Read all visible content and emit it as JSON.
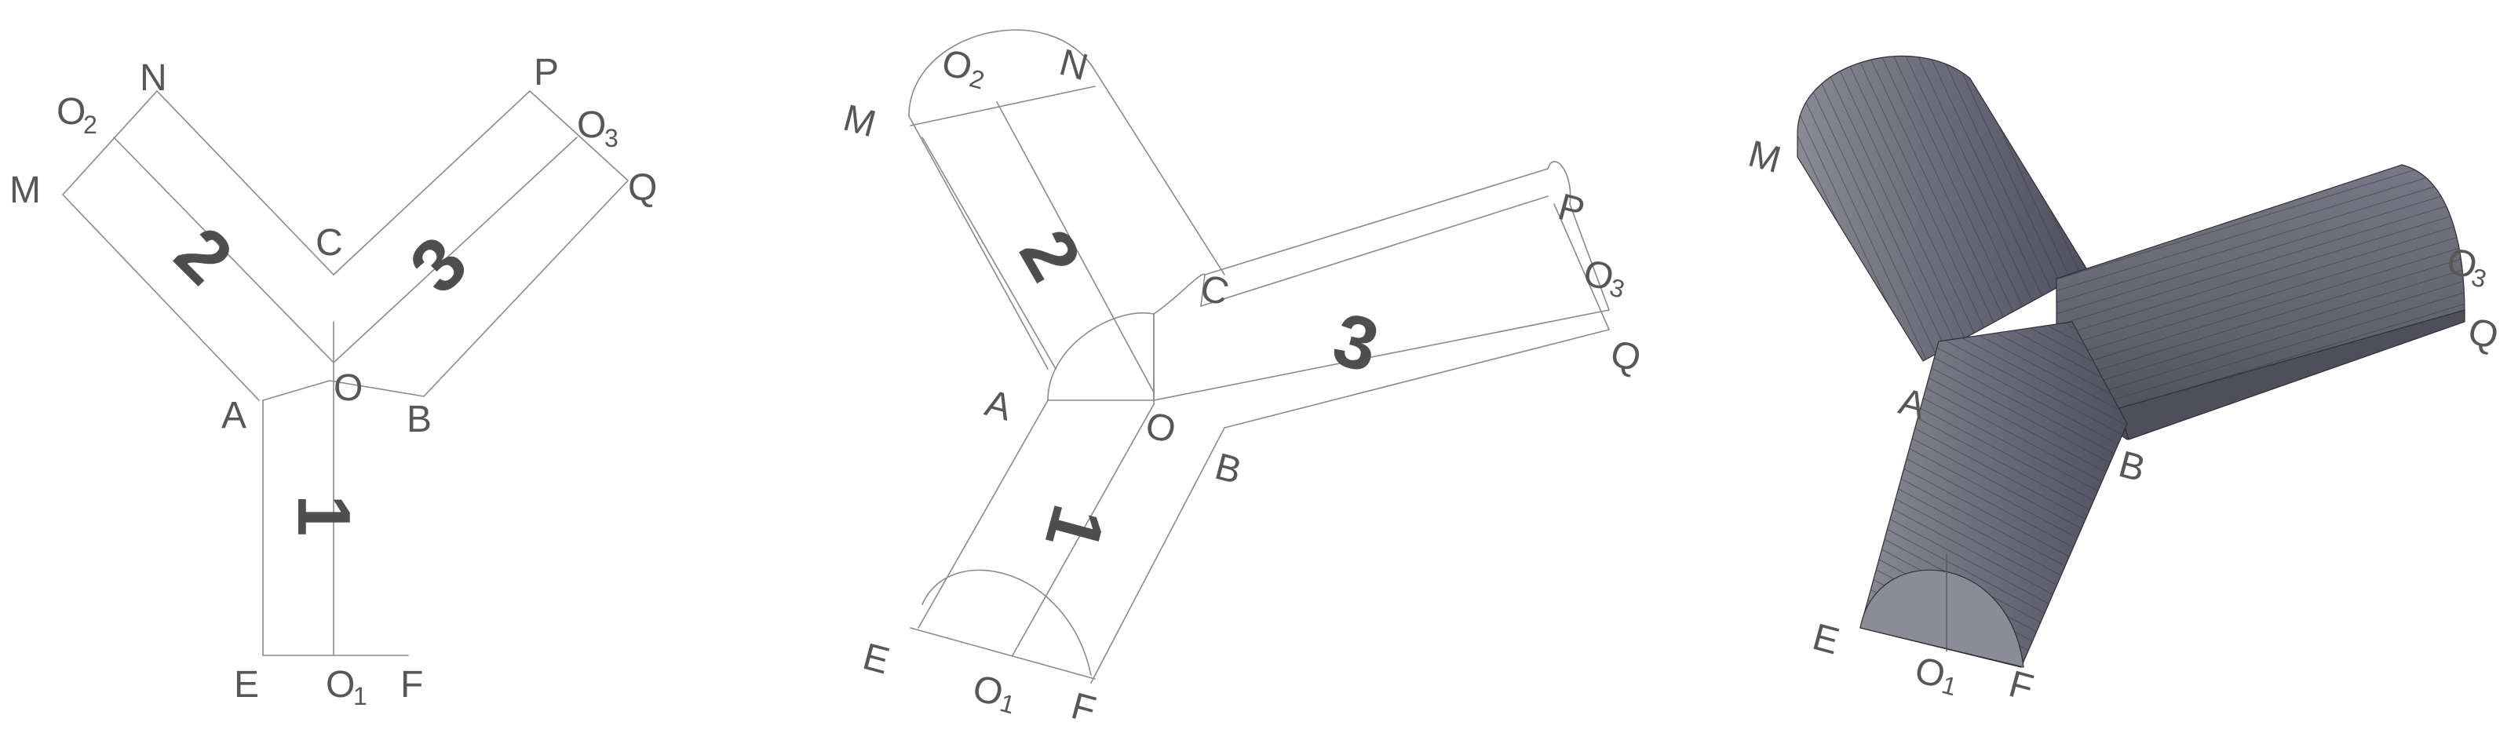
{
  "colors": {
    "background": "#ffffff",
    "wire": "#8a8a8a",
    "label": "#575757",
    "solid_body": "#6d6d7b",
    "solid_end": "#8c8c96"
  },
  "views": {
    "plan": {
      "labels": {
        "N": "N",
        "O2_main": "O",
        "O2_sub": "2",
        "M": "M",
        "P": "P",
        "O3_main": "O",
        "O3_sub": "3",
        "Q": "Q",
        "C": "C",
        "O": "O",
        "A": "A",
        "B": "B",
        "E": "E",
        "O1_main": "O",
        "O1_sub": "1",
        "F": "F",
        "num1": "1",
        "num2": "2",
        "num3": "3"
      }
    },
    "wireframe": {
      "labels": {
        "M": "M",
        "O2_main": "O",
        "O2_sub": "2",
        "N": "N",
        "C": "C",
        "P": "P",
        "O3_main": "O",
        "O3_sub": "3",
        "Q": "Q",
        "A": "A",
        "O": "O",
        "B": "B",
        "E": "E",
        "O1_main": "O",
        "O1_sub": "1",
        "F": "F",
        "num1": "1",
        "num2": "2",
        "num3": "3"
      }
    },
    "solid": {
      "labels": {
        "M": "M",
        "O3_main": "O",
        "O3_sub": "3",
        "Q": "Q",
        "A": "A",
        "B": "B",
        "E": "E",
        "O1_main": "O",
        "O1_sub": "1",
        "F": "F"
      }
    }
  }
}
